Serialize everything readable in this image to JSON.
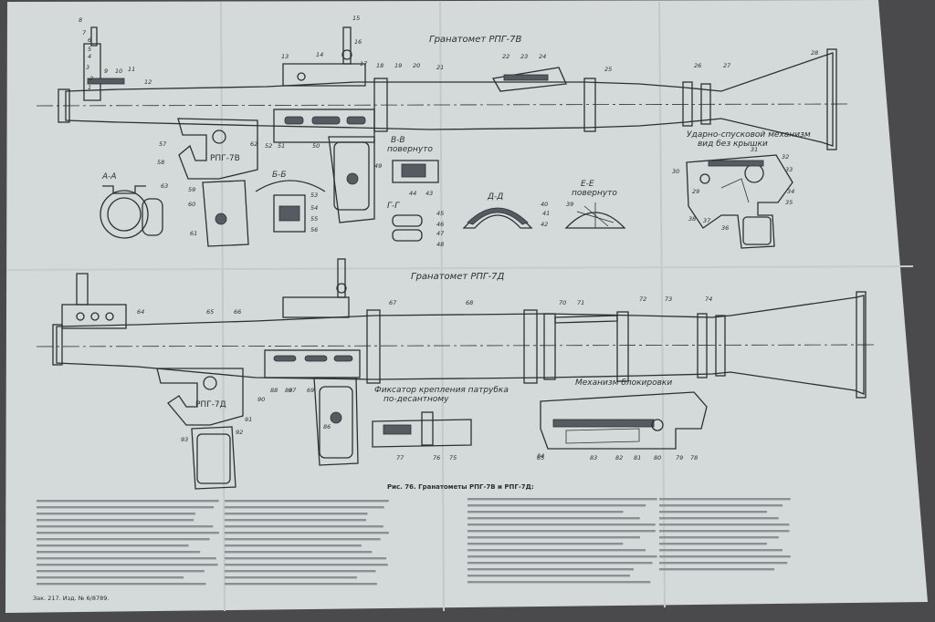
{
  "sheet": {
    "top_title": "Гранатомет РПГ-7В",
    "mid_title": "Гранатомет РПГ-7Д",
    "grip_label_top": "РПГ-7В",
    "grip_label_bottom": "РПГ-7Д",
    "section_aa": "А-А",
    "section_bb": "Б-Б",
    "section_vv": "В-В",
    "section_vv_sub": "повернуто",
    "section_gg": "Г-Г",
    "section_dd": "Д-Д",
    "section_ee": "Е-Е",
    "section_ee_sub": "повернуто",
    "trigger_caption_1": "Ударно-спусковой механизм",
    "trigger_caption_2": "вид без крышки",
    "latch_caption_1": "Фиксатор крепления патрубка",
    "latch_caption_2": "по-десантному",
    "lock_caption": "Механизм блокировки",
    "figure_caption": "Рис. 76. Гранатометы РПГ-7В и РПГ-7Д:",
    "footer_print": "Зак. 217. Изд. № 6/8789.",
    "colors": {
      "paper": "#d6dcdc",
      "ink": "#2b3035",
      "background": "#4a4a4c"
    }
  },
  "callouts": {
    "top": [
      "1",
      "2",
      "3",
      "4",
      "5",
      "6",
      "7",
      "8",
      "9",
      "10",
      "11",
      "12",
      "13",
      "14",
      "15",
      "16",
      "17",
      "18",
      "19",
      "20",
      "21",
      "22",
      "23",
      "24",
      "25",
      "26",
      "27",
      "28",
      "29",
      "30",
      "31",
      "32",
      "33",
      "34",
      "35",
      "36",
      "37",
      "38",
      "39",
      "40",
      "41",
      "42",
      "43",
      "44",
      "45",
      "46",
      "47",
      "48",
      "49",
      "50",
      "51",
      "52",
      "53",
      "54",
      "55",
      "56",
      "57",
      "58",
      "59",
      "60",
      "61",
      "62",
      "63"
    ],
    "bottom": [
      "64",
      "65",
      "66",
      "67",
      "68",
      "69",
      "70",
      "71",
      "72",
      "73",
      "74",
      "75",
      "76",
      "77",
      "78",
      "79",
      "80",
      "81",
      "82",
      "83",
      "84",
      "85",
      "86",
      "87",
      "88",
      "89",
      "90",
      "91",
      "92",
      "93"
    ]
  }
}
